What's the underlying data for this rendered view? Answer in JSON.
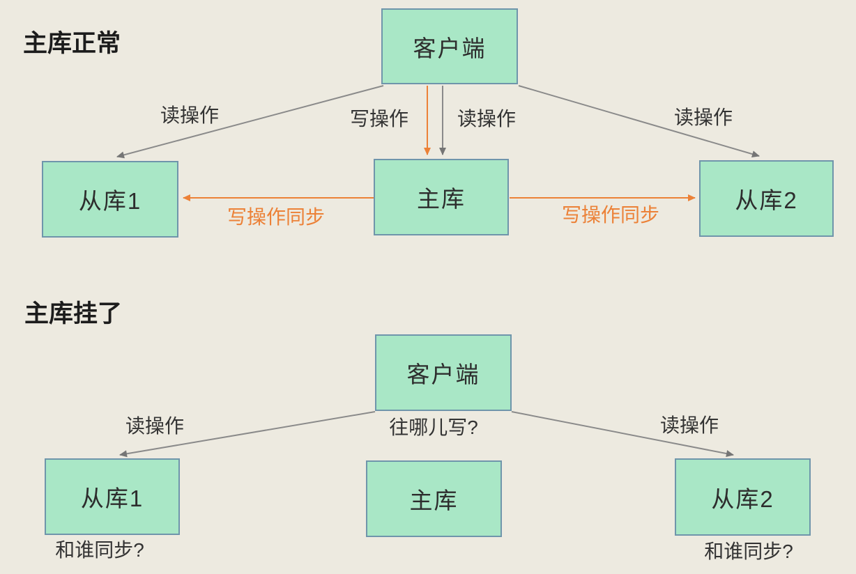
{
  "colors": {
    "background": "#EDEAE0",
    "node_fill": "#A9E7C6",
    "node_border": "#6F95AB",
    "arrow_gray": "#8A8A8A",
    "arrow_orange": "#EC8137",
    "text_dark": "#2D2D2D"
  },
  "section_normal": {
    "title": "主库正常",
    "nodes": {
      "client": "客户端",
      "slave1": "从库1",
      "master": "主库",
      "slave2": "从库2"
    },
    "labels": {
      "read_left": "读操作",
      "write": "写操作",
      "read_mid": "读操作",
      "read_right": "读操作",
      "sync_left": "写操作同步",
      "sync_right": "写操作同步"
    }
  },
  "section_down": {
    "title": "主库挂了",
    "nodes": {
      "client": "客户端",
      "slave1": "从库1",
      "master": "主库",
      "slave2": "从库2"
    },
    "labels": {
      "read_left": "读操作",
      "write_question": "往哪儿写?",
      "read_right": "读操作",
      "sync_question_left": "和谁同步?",
      "sync_question_right": "和谁同步?"
    }
  }
}
